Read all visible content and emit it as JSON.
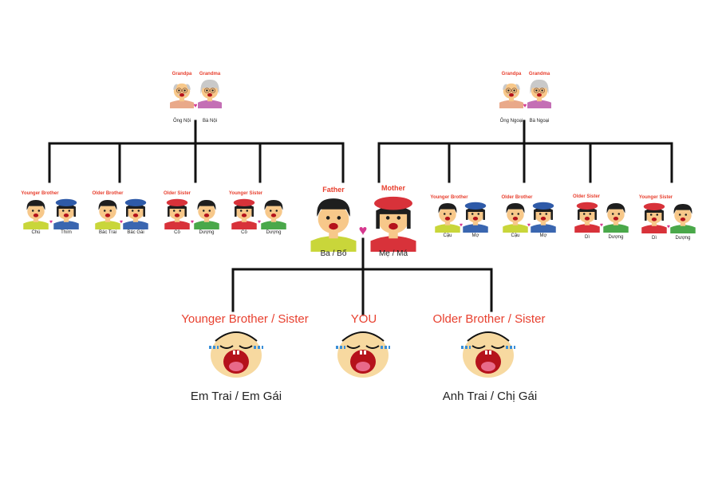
{
  "colors": {
    "line": "#111111",
    "role_text": "#e8402f",
    "heart": "#d6388f",
    "skin": "#f7c88a",
    "hair": "#1e1e1e",
    "mouth": "#b5121b",
    "male_shirt": "#c9d63a",
    "female_shirt": "#d8323a",
    "blue_shirt": "#3a66b0",
    "green_shirt": "#4aa84a",
    "red_hat": "#d8323a",
    "blue_hat": "#2e5aa8",
    "grey_hair": "#c9c9c9",
    "grandpa_shirt": "#e9a98a",
    "grandma_shirt": "#c46fb5",
    "baby_face": "#f7d9a0",
    "tears": "#3a8fd8"
  },
  "paternal": {
    "grandpa": {
      "role": "Grandpa",
      "name": "Ông Nội"
    },
    "grandma": {
      "role": "Grandma",
      "name": "Bà Nội"
    },
    "couples": [
      {
        "role": "Younger Brother",
        "a": "Chú",
        "b": "Thím"
      },
      {
        "role": "Older Brother",
        "a": "Bác Trai",
        "b": "Bác Gái"
      },
      {
        "role": "Older Sister",
        "a": "Cô",
        "b": "Dượng"
      },
      {
        "role": "Younger Sister",
        "a": "Cô",
        "b": "Dượng"
      }
    ]
  },
  "maternal": {
    "grandpa": {
      "role": "Grandpa",
      "name": "Ông Ngoại"
    },
    "grandma": {
      "role": "Grandma",
      "name": "Bà Ngoại"
    },
    "couples": [
      {
        "role": "Younger Brother",
        "a": "Cậu",
        "b": "Mợ"
      },
      {
        "role": "Older Brother",
        "a": "Cậu",
        "b": "Mợ"
      },
      {
        "role": "Older Sister",
        "a": "Dì",
        "b": "Dượng"
      },
      {
        "role": "Younger Sister",
        "a": "Dì",
        "b": "Dượng"
      }
    ]
  },
  "parents": {
    "father": {
      "role": "Father",
      "name": "Ba / Bố"
    },
    "mother": {
      "role": "Mother",
      "name": "Mẹ / Má"
    }
  },
  "children": [
    {
      "role": "Younger Brother / Sister",
      "name": "Em Trai / Em Gái"
    },
    {
      "role": "YOU",
      "name": ""
    },
    {
      "role": "Older Brother / Sister",
      "name": "Anh Trai / Chị Gái"
    }
  ],
  "heart_glyph": "♥"
}
